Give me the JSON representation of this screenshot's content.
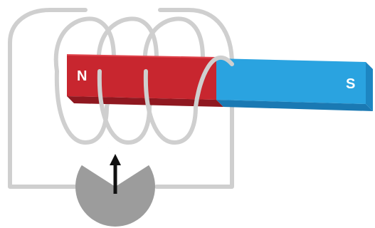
{
  "magnet": {
    "north_label": "N",
    "south_label": "S",
    "north_color": "#c8262f",
    "south_color": "#2aa3e0"
  },
  "coil": {
    "wire_color": "#cfcfcf",
    "loops": 3
  },
  "meter": {
    "body_color": "#9c9c9c",
    "face_color": "#ffffff",
    "needle_color": "#111111",
    "needle_icon": "up-arrow-needle"
  }
}
